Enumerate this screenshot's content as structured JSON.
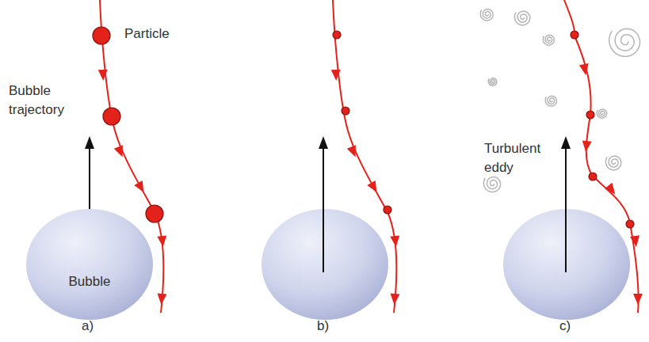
{
  "diagram": {
    "nodes": [
      {
        "text": [
          "Bubble"
        ]
      }
    ],
    "labels": [
      "Particle",
      "Bubble trajectory",
      "Turbulent eddy",
      "a)",
      "b)",
      "c)"
    ]
  }
}
